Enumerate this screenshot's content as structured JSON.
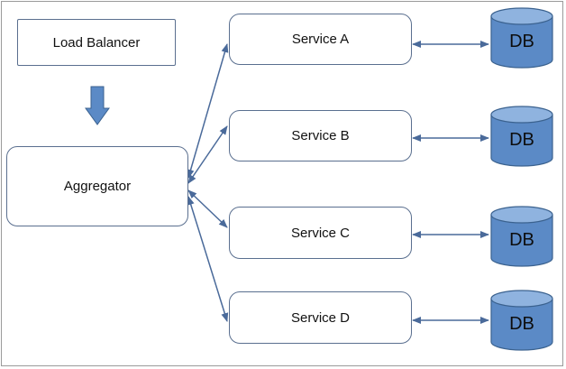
{
  "diagram": {
    "load_balancer": "Load Balancer",
    "aggregator": "Aggregator",
    "services": [
      {
        "label": "Service A",
        "db_label": "DB"
      },
      {
        "label": "Service B",
        "db_label": "DB"
      },
      {
        "label": "Service C",
        "db_label": "DB"
      },
      {
        "label": "Service D",
        "db_label": "DB"
      }
    ]
  },
  "colors": {
    "line": "#4a6a9a",
    "db_fill": "#5b8ac6",
    "db_stroke": "#3b628f",
    "arrow_fill": "#5b8ac6"
  }
}
